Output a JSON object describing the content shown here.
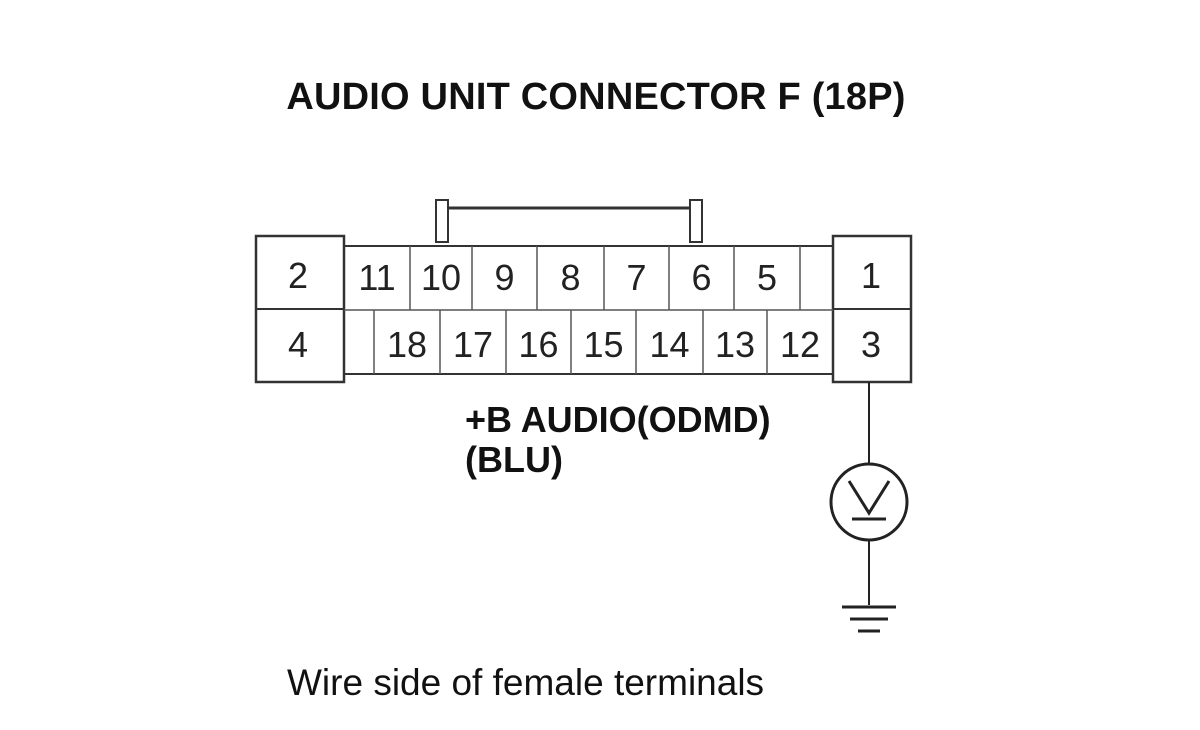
{
  "title": "AUDIO UNIT CONNECTOR F (18P)",
  "connector": {
    "left_cells": {
      "top": "2",
      "bottom": "4"
    },
    "right_cells": {
      "top": "1",
      "bottom": "3"
    },
    "top_row": [
      "11",
      "10",
      "9",
      "8",
      "7",
      "6",
      "5",
      ""
    ],
    "bottom_row": [
      "",
      "18",
      "17",
      "16",
      "15",
      "14",
      "13",
      "12"
    ]
  },
  "signal": {
    "name": "+B AUDIO(ODMD)",
    "wire_color": "(BLU)"
  },
  "meter": {
    "icon": "voltmeter-icon"
  },
  "ground": {
    "icon": "ground-icon"
  },
  "caption": "Wire side of female terminals",
  "colors": {
    "line": "#333333",
    "inner_line": "#555555",
    "background": "#ffffff"
  }
}
